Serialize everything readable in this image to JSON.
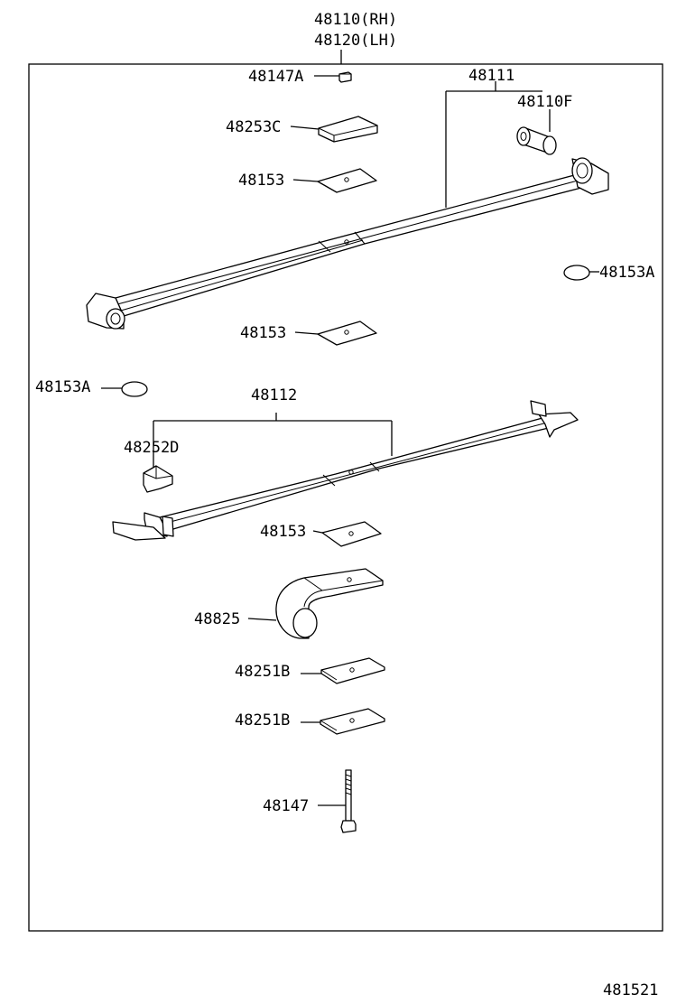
{
  "labels": {
    "assembly_rh": "48110(RH)",
    "assembly_lh": "48120(LH)",
    "nut_48147A": "48147A",
    "leaf_48111": "48111",
    "bushing_48110F": "48110F",
    "plate_48253C": "48253C",
    "insulator_48153_a": "48153",
    "cap_48153A_right": "48153A",
    "insulator_48153_b": "48153",
    "cap_48153A_left": "48153A",
    "leaf_48112": "48112",
    "clip_48252D": "48252D",
    "insulator_48153_c": "48153",
    "bracket_48825": "48825",
    "plate_48251B_a": "48251B",
    "plate_48251B_b": "48251B",
    "bolt_48147": "48147",
    "figure_number": "481521"
  },
  "colors": {
    "line": "#000000",
    "background": "#ffffff"
  }
}
